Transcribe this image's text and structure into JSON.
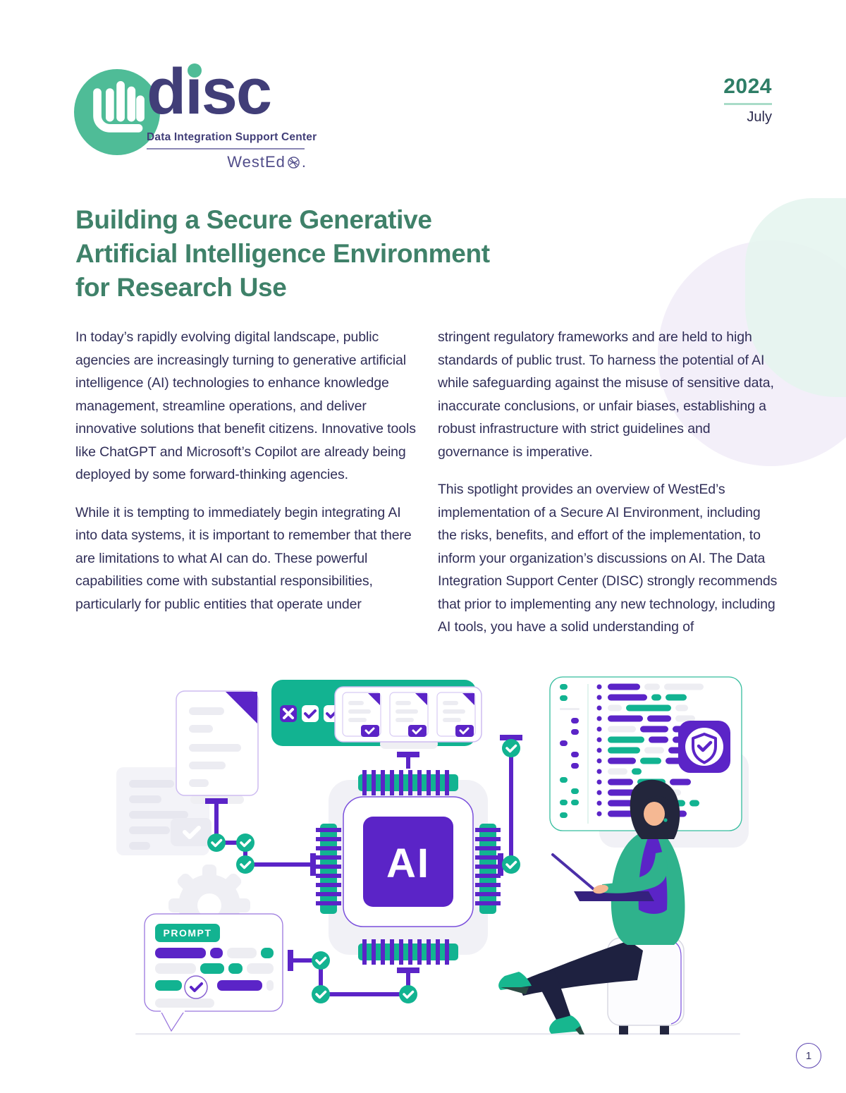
{
  "logo": {
    "brand": "disc",
    "tagline": "Data Integration Support Center",
    "org": "WestEd",
    "org_suffix": "."
  },
  "date": {
    "year": "2024",
    "month": "July"
  },
  "title": {
    "lines": [
      "Building a Secure Generative",
      "Artificial Intelligence Environment",
      "for Research Use"
    ]
  },
  "article": {
    "left": [
      "In today’s rapidly evolving digital landscape, public agencies are increasingly turning to generative artificial intelligence (AI) technologies to enhance knowledge management, streamline operations, and deliver innovative solutions that benefit citizens. Innovative tools like ChatGPT and Microsoft’s Copilot are already being deployed by some forward-thinking agencies.",
      "While it is tempting to immediately begin integrating AI into data systems, it is important to remember that there are limitations to what AI can do. These powerful capabilities come with substantial responsibilities, particularly for public entities that operate under"
    ],
    "right": [
      "stringent regulatory frameworks and are held to high standards of public trust. To harness the potential of AI while safeguarding against the misuse of sensitive data, inaccurate conclusions, or unfair biases, establishing a robust infrastructure with strict guidelines and governance is imperative.",
      "This spotlight provides an overview of WestEd’s implementation of a Secure AI Environment, including the risks, benefits, and effort of the implementation, to inform your organization’s discussions on AI. The Data Integration Support Center (DISC) strongly recommends that prior to implementing any new technology, including AI tools, you have a solid understanding of"
    ]
  },
  "illustration": {
    "prompt_label": "PROMPT",
    "chip_label": "AI",
    "elements": [
      "document-cards",
      "checklist-bar",
      "ai-chip",
      "workflow-connectors",
      "code-panel",
      "security-shield-badge",
      "prompt-bubble",
      "gear",
      "woman-with-laptop",
      "stool"
    ]
  },
  "footer": {
    "page_number": "1"
  },
  "colors": {
    "brand_navy": "#413E78",
    "logo_green": "#4FBC97",
    "title_green": "#3F8169",
    "body_text": "#302E58",
    "accent_purple": "#5B24C7",
    "accent_green": "#12B391",
    "year_green": "#2E7D66"
  }
}
